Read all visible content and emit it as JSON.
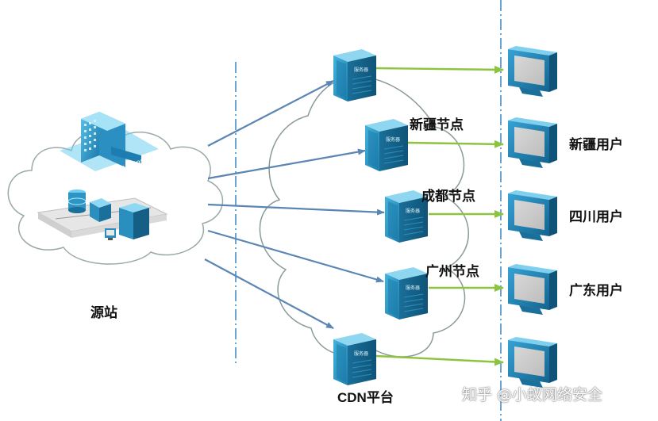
{
  "diagram": {
    "origin": {
      "label": "源站",
      "badge": "Data center"
    },
    "nodes": [
      {
        "label": ""
      },
      {
        "label": "新疆节点"
      },
      {
        "label": "成都节点"
      },
      {
        "label": "广州节点"
      },
      {
        "label": ""
      }
    ],
    "users": [
      {
        "label": ""
      },
      {
        "label": "新疆用户"
      },
      {
        "label": "四川用户"
      },
      {
        "label": "广东用户"
      },
      {
        "label": ""
      }
    ],
    "cdn_label": "CDN平台",
    "server_tag": "服务器",
    "watermark": "知乎 @小蚁网络安全"
  },
  "colors": {
    "blue_arrow": "#5b86b4",
    "green_arrow": "#8cc43f",
    "cloud_stroke": "#8a9a9a",
    "server_face": "#2a8fbf",
    "server_side": "#1a6f9b",
    "monitor_body": "#1b7fb3",
    "divider": "#2e7fc1"
  }
}
